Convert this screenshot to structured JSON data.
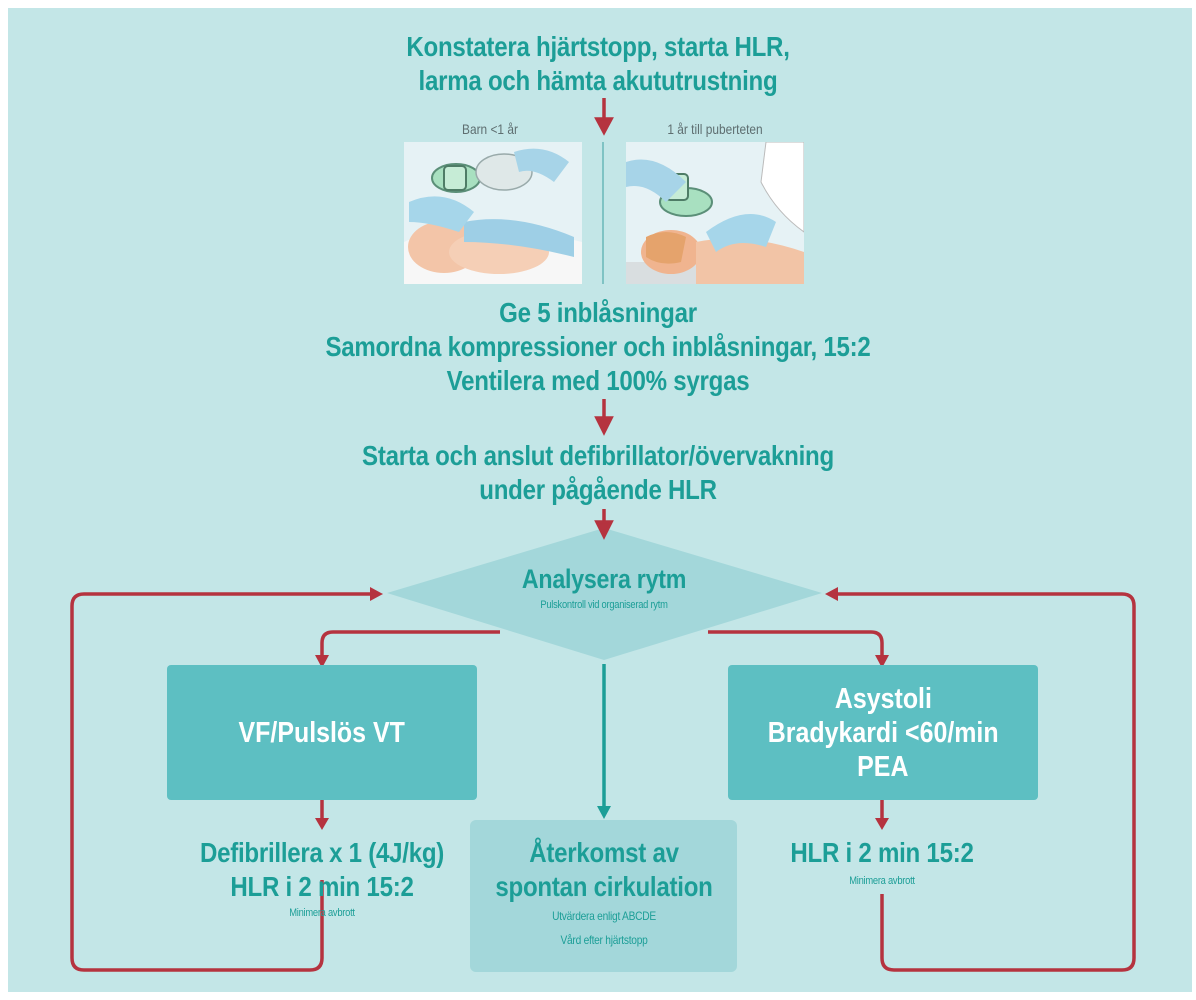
{
  "title_lines": [
    "Konstatera hjärtstopp, starta HLR,",
    "larma och hämta akututrustning"
  ],
  "illustrations": [
    {
      "label": "Barn <1 år",
      "depicts": "infant-bag-mask-ventilation"
    },
    {
      "label": "1 år till puberteten",
      "depicts": "child-bag-mask-ventilation"
    }
  ],
  "step2_lines": [
    "Ge 5 inblåsningar",
    "Samordna kompressioner och inblåsningar, 15:2",
    "Ventilera med 100% syrgas"
  ],
  "step3_lines": [
    "Starta och anslut defibrillator/övervakning",
    "under pågående HLR"
  ],
  "analyse": {
    "title": "Analysera rytm",
    "subtitle": "Pulskontroll vid organiserad rytm"
  },
  "left_box": {
    "lines": [
      "VF/Pulslös VT"
    ]
  },
  "right_box": {
    "lines": [
      "Asystoli",
      "Bradykardi <60/min",
      "PEA"
    ]
  },
  "left_action": {
    "lines": [
      "Defibrillera x 1 (4J/kg)",
      "HLR i 2 min 15:2"
    ],
    "note": "Minimera avbrott"
  },
  "right_action": {
    "lines": [
      "HLR i 2 min 15:2"
    ],
    "note": "Minimera avbrott"
  },
  "rosc": {
    "lines": [
      "Återkomst av",
      "spontan cirkulation"
    ],
    "notes": [
      "Utvärdera enligt ABCDE",
      "Vård efter hjärtstopp"
    ]
  },
  "colors": {
    "background": "#c3e6e7",
    "text_teal": "#1c9e97",
    "box_fill": "#5dbfc2",
    "rosc_fill": "#a3d7da",
    "arrow_red": "#b5333f",
    "arrow_teal": "#1c9e97"
  }
}
